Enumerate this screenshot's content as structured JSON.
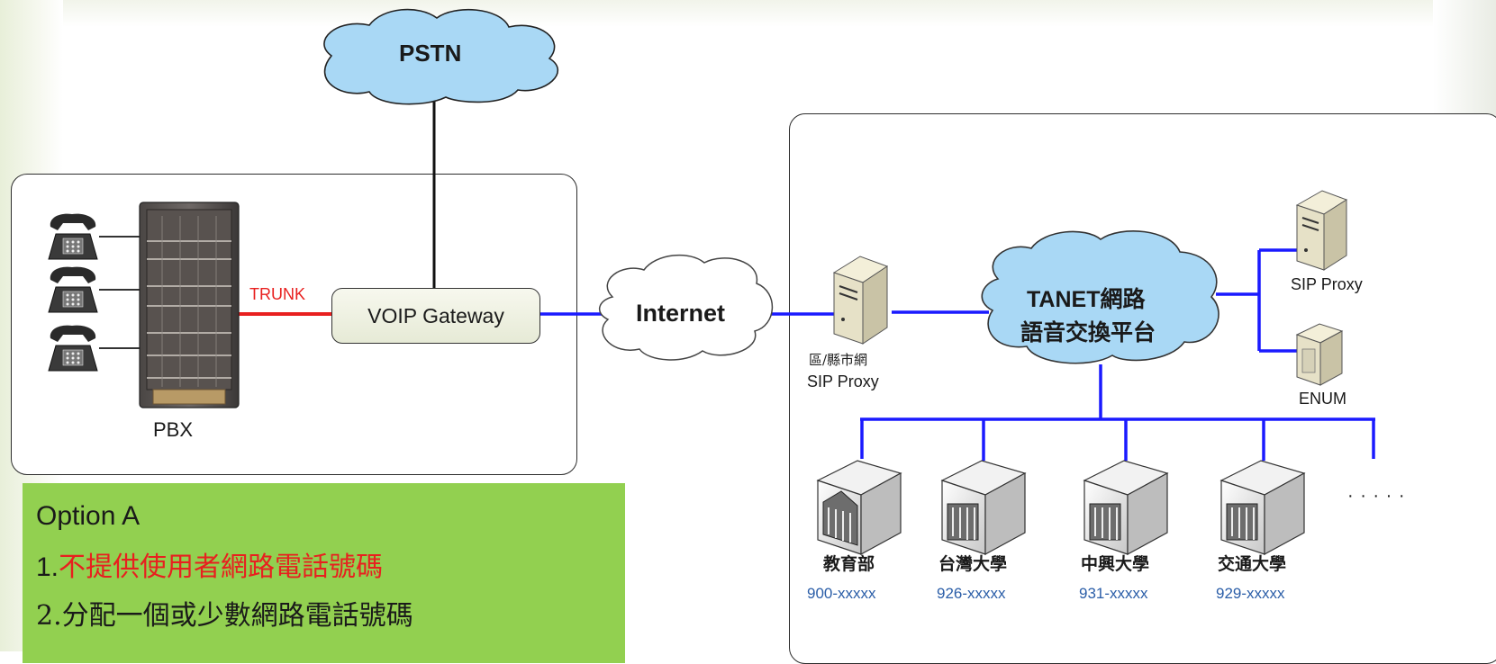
{
  "clouds": {
    "pstn": "PSTN",
    "internet": "Internet",
    "tanet_line1": "TANET網路",
    "tanet_line2": "語音交換平台"
  },
  "left_network": {
    "trunk_label": "TRUNK",
    "gateway_label": "VOIP Gateway",
    "pbx_label": "PBX"
  },
  "right_network": {
    "regional_proxy_line1": "區/縣市網",
    "regional_proxy_line2": "SIP Proxy",
    "sip_proxy_label": "SIP Proxy",
    "enum_label": "ENUM",
    "more_label": "· · · · ·",
    "universities": [
      {
        "name": "教育部",
        "number": "900-xxxxx"
      },
      {
        "name": "台灣大學",
        "number": "926-xxxxx"
      },
      {
        "name": "中興大學",
        "number": "931-xxxxx"
      },
      {
        "name": "交通大學",
        "number": "929-xxxxx"
      }
    ]
  },
  "option": {
    "title": "Option A",
    "item1_num": "1.",
    "item1_text": "不提供使用者網路電話號碼",
    "item2_text": "2.分配一個或少數網路電話號碼"
  },
  "colors": {
    "line_blue": "#1a1aff",
    "trunk_red": "#e8201f",
    "cloud_blue": "#a9d8f5",
    "option_bg": "#92d050"
  }
}
